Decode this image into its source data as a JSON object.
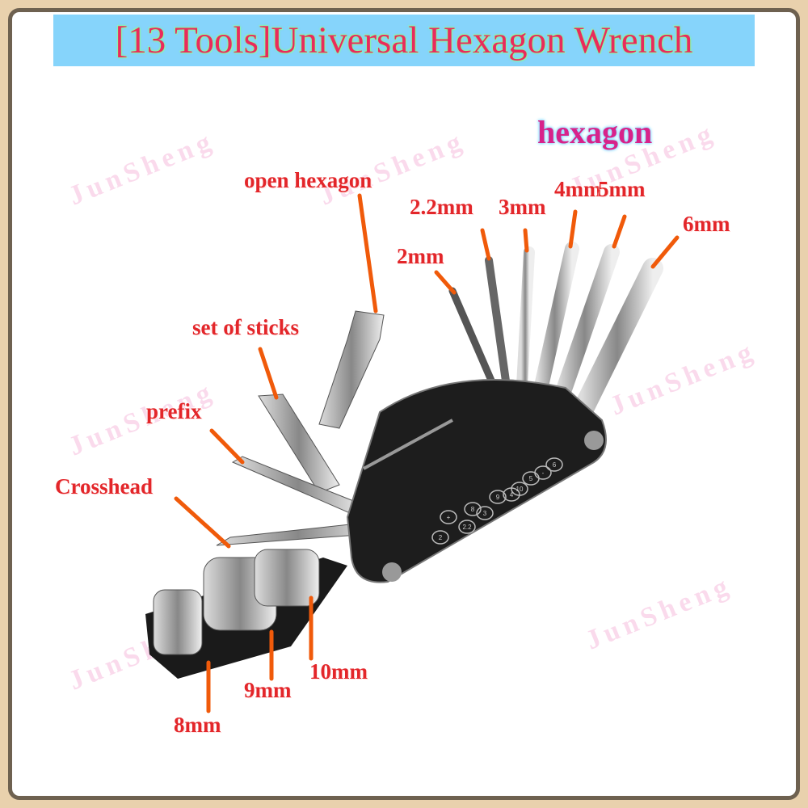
{
  "title": "[13 Tools]Universal Hexagon Wrench",
  "watermark": "JunSheng",
  "group_label": "hexagon",
  "labels": {
    "open_hexagon": "open hexagon",
    "set_of_sticks": "set of sticks",
    "prefix": "prefix",
    "crosshead": "Crosshead",
    "hex_2": "2mm",
    "hex_2_2": "2.2mm",
    "hex_3": "3mm",
    "hex_4": "4mm",
    "hex_5": "5mm",
    "hex_6": "6mm",
    "socket_8": "8mm",
    "socket_9": "9mm",
    "socket_10": "10mm"
  },
  "body_markings": [
    "2",
    "+",
    "2.2",
    "8",
    "3",
    "9",
    "4",
    "10",
    "5",
    "-",
    "6"
  ],
  "colors": {
    "label": "#e3262a",
    "leader": "#f05a0a",
    "title_bg": "#86d4fb",
    "title_text": "#ea2a5c",
    "group_label": "#d8228a"
  }
}
